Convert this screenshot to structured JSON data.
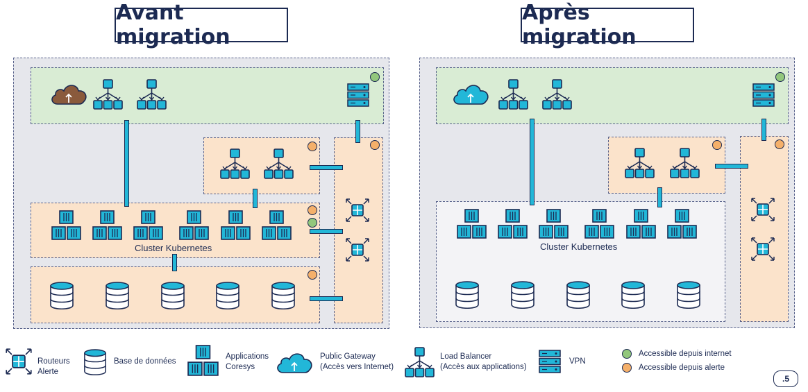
{
  "titles": {
    "before": "Avant migration",
    "after": "Après migration"
  },
  "diagram": {
    "cluster_label": "Cluster Kubernetes"
  },
  "legend": {
    "routers": "Routeurs\nAlerte",
    "database": "Base de données",
    "applications": "Applications\nCoresys",
    "gateway": "Public Gateway\n(Accès vers Internet)",
    "load_balancer": "Load Balancer\n(Accès aux applications)",
    "vpn": "VPN",
    "internet": "Accessible depuis internet",
    "alerte": "Accessible depuis alerte"
  },
  "page_number": ".5",
  "colors": {
    "navy": "#1c2a52",
    "cyan": "#22b7d8",
    "green_zone": "#d9ecd4",
    "orange_zone": "#fbe3cb",
    "panel": "#e6e7ec",
    "green_dot": "#92c77c",
    "orange_dot": "#f5b06a",
    "cloud_before": "#8a5a3c"
  },
  "icons": [
    "public-gateway-icon",
    "load-balancer-icon",
    "vpn-icon",
    "router-icon",
    "database-icon",
    "application-icon"
  ]
}
